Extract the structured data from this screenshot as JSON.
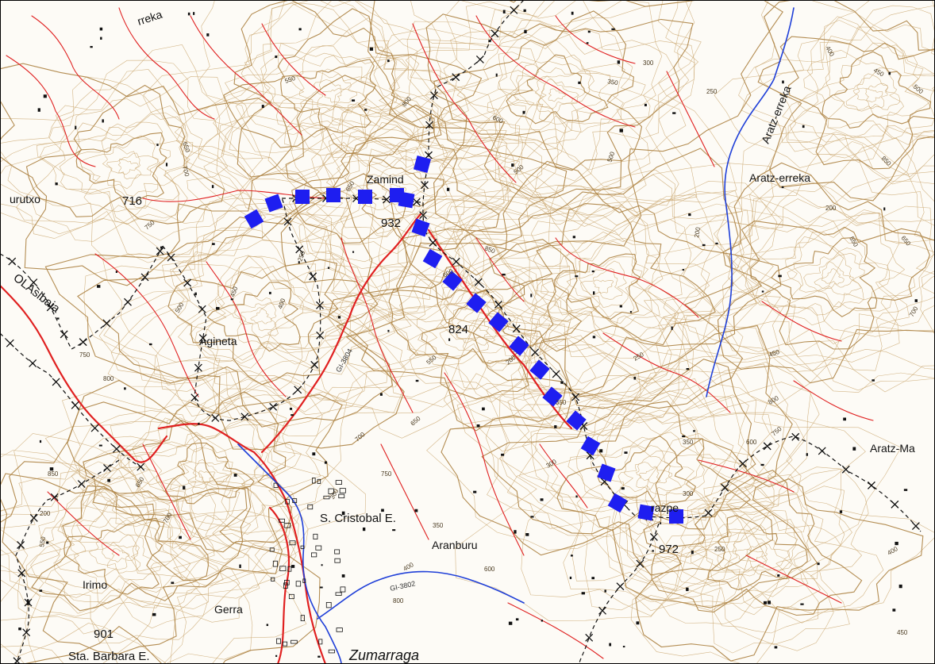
{
  "map": {
    "colors": {
      "background": "#fdfbf6",
      "contour": "#c8a46a",
      "contour_index": "#b0874a",
      "road": "#e02020",
      "river": "#1f3fd8",
      "route": "#1e1ef0",
      "boundary": "#111111"
    },
    "places": {
      "zamind": "Zamind",
      "urutxo": "urutxo",
      "ola_sibaia": "OLAsibaia",
      "agineta": "Agineta",
      "aratz_erreka_label": "Aratz-erreka",
      "aratz_erreka_stream": "Aratz-erreka",
      "aratz_ma": "Aratz-Ma",
      "s_cristobal": "S. Cristobal E.",
      "aranburu": "Aranburu",
      "irimo": "Irimo",
      "gerra": "Gerra",
      "sta_barbara": "Sta. Barbara E.",
      "zumarraga": "Zumarraga",
      "razpe": "razpe",
      "rreka": "rreka"
    },
    "summits": {
      "s716": "716",
      "s932": "932",
      "s824": "824",
      "s972": "972",
      "s901": "901"
    },
    "roads": {
      "gi3804": "GI-3804",
      "gi3802": "GI-3802"
    },
    "contour_labels": [
      "550",
      "650",
      "700",
      "750",
      "800",
      "600",
      "350",
      "300",
      "250",
      "400",
      "450",
      "500",
      "850",
      "200"
    ]
  }
}
